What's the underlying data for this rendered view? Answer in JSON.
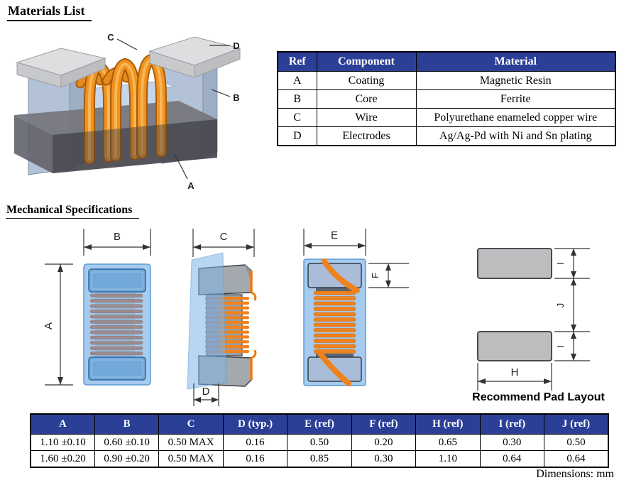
{
  "colors": {
    "table_header_bg": "#2c3f97",
    "table_header_text": "#ffffff",
    "wire_orange": "#f0821c",
    "coating_blue": "#a6cbee",
    "electrode_blue": "#72a9da",
    "pad_gray": "#bcbdbf",
    "base_gray": "#55555b"
  },
  "materials": {
    "title": "Materials List",
    "figure_labels": {
      "A": "A",
      "B": "B",
      "C": "C",
      "D": "D"
    },
    "table": {
      "headers": [
        "Ref",
        "Component",
        "Material"
      ],
      "rows": [
        [
          "A",
          "Coating",
          "Magnetic Resin"
        ],
        [
          "B",
          "Core",
          "Ferrite"
        ],
        [
          "C",
          "Wire",
          "Polyurethane enameled copper wire"
        ],
        [
          "D",
          "Electrodes",
          "Ag/Ag-Pd with Ni and Sn plating"
        ]
      ]
    }
  },
  "mech": {
    "title": "Mechanical Specifications",
    "pad_caption": "Recommend Pad Layout",
    "dims": {
      "A": "A",
      "B": "B",
      "C": "C",
      "D": "D",
      "E": "E",
      "F": "F",
      "H": "H",
      "I": "I",
      "J": "J"
    },
    "table": {
      "headers": [
        "A",
        "B",
        "C",
        "D (typ.)",
        "E (ref)",
        "F (ref)",
        "H (ref)",
        "I (ref)",
        "J (ref)"
      ],
      "rows": [
        [
          "1.10 ±0.10",
          "0.60 ±0.10",
          "0.50 MAX",
          "0.16",
          "0.50",
          "0.20",
          "0.65",
          "0.30",
          "0.50"
        ],
        [
          "1.60 ±0.20",
          "0.90 ±0.20",
          "0.50 MAX",
          "0.16",
          "0.85",
          "0.30",
          "1.10",
          "0.64",
          "0.64"
        ]
      ]
    },
    "units_note": "Dimensions: mm"
  }
}
